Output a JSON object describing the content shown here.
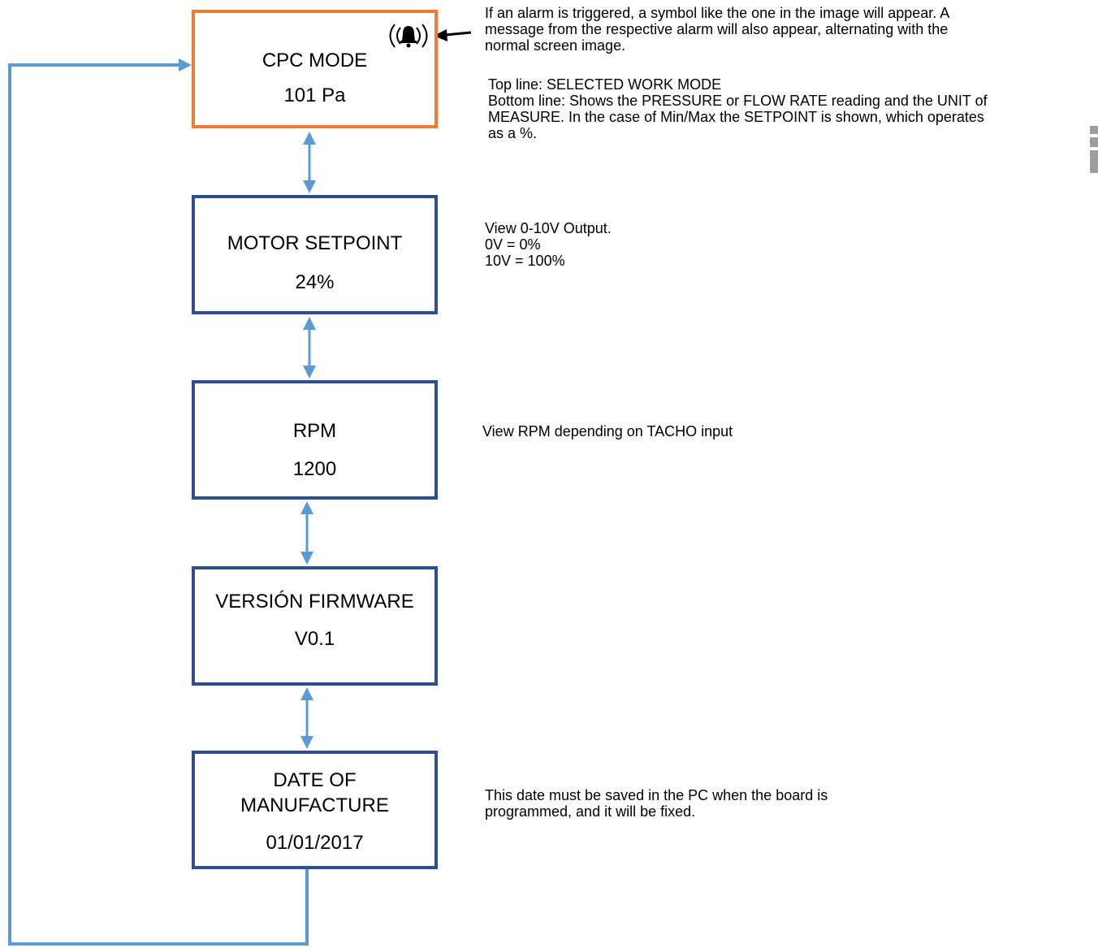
{
  "colors": {
    "active_border": "#ed7d31",
    "box_border": "#2e4e8e",
    "connector": "#5b9bd5",
    "pointer_arrow": "#000000",
    "side_tab": "#9e9e9e"
  },
  "screens": [
    {
      "title_lines": [
        "CPC MODE"
      ],
      "value": "101 Pa",
      "active": true,
      "icon": "alarm-bell-icon"
    },
    {
      "title_lines": [
        "MOTOR SETPOINT"
      ],
      "value": "24%"
    },
    {
      "title_lines": [
        "RPM"
      ],
      "value": "1200"
    },
    {
      "title_lines": [
        "VERSIÓN FIRMWARE"
      ],
      "value": "V0.1"
    },
    {
      "title_lines": [
        "DATE OF",
        "MANUFACTURE"
      ],
      "value": "01/01/2017"
    }
  ],
  "notes": {
    "alarm": [
      "If an alarm is triggered, a symbol like the one in the image will appear. A",
      "message from the respective alarm will also appear, alternating with the",
      "normal screen image."
    ],
    "mode": [
      "Top line: SELECTED WORK MODE",
      "Bottom line: Shows the PRESSURE or FLOW RATE reading and the UNIT of",
      "MEASURE. In the case of Min/Max the SETPOINT is shown, which operates",
      "as a %."
    ],
    "setpoint": [
      "View 0-10V Output.",
      "0V = 0%",
      "10V = 100%"
    ],
    "rpm": [
      "View RPM depending on TACHO input"
    ],
    "date": [
      "This date must be saved in the PC when the board is",
      "programmed, and it will be fixed."
    ]
  }
}
